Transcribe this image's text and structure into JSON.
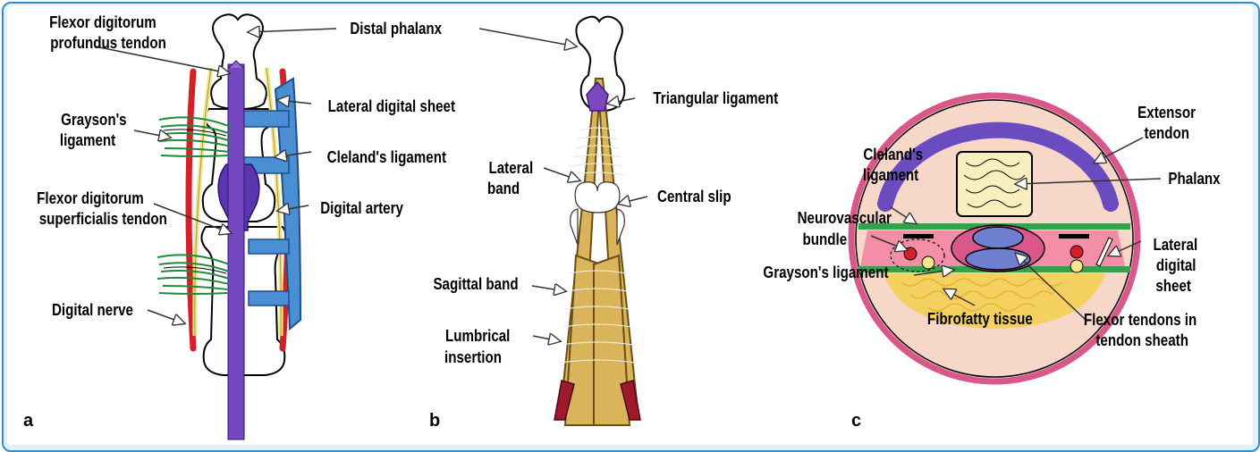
{
  "figure": {
    "accent_color": "#2f8fd0",
    "panel_letters": {
      "a": "a",
      "b": "b",
      "c": "c"
    },
    "panel_a": {
      "labels": {
        "fdp_line1": "Flexor digitorum",
        "fdp_line2": "profundus tendon",
        "graysons_line1": "Grayson's",
        "graysons_line2": "ligament",
        "lateral_digital_sheet": "Lateral digital sheet",
        "clelands": "Cleland's ligament",
        "fds_line1": "Flexor digitorum",
        "fds_line2": "superficialis tendon",
        "digital_artery": "Digital artery",
        "digital_nerve": "Digital nerve"
      }
    },
    "shared": {
      "distal_phalanx": "Distal phalanx"
    },
    "panel_b": {
      "labels": {
        "triangular_ligament": "Triangular ligament",
        "lateral_band_line1": "Lateral",
        "lateral_band_line2": "band",
        "central_slip": "Central slip",
        "sagittal_band": "Sagittal band",
        "lumbrical_line1": "Lumbrical",
        "lumbrical_line2": "insertion"
      }
    },
    "panel_c": {
      "labels": {
        "extensor_line1": "Extensor",
        "extensor_line2": "tendon",
        "clelands_line1": "Cleland's",
        "clelands_line2": "ligament",
        "phalanx": "Phalanx",
        "nvb_line1": "Neurovascular",
        "nvb_line2": "bundle",
        "lateral_sheet_line1": "Lateral",
        "lateral_sheet_line2": "digital",
        "lateral_sheet_line3": "sheet",
        "graysons": "Grayson's ligament",
        "fibrofatty": "Fibrofatty tissue",
        "flexor_line1": "Flexor tendons in",
        "flexor_line2": "tendon sheath"
      }
    },
    "colors": {
      "artery": "#d42027",
      "nerve": "#f2e68a",
      "flexor_tendon": "#6a3bb5",
      "lateral_sheet": "#4a8fd4",
      "grayson": "#1e8a3a",
      "tendon_gold": "#d9b45a",
      "skin": "#f7d7c8",
      "ring": "#d9588c",
      "fat": "#f4d060"
    }
  }
}
